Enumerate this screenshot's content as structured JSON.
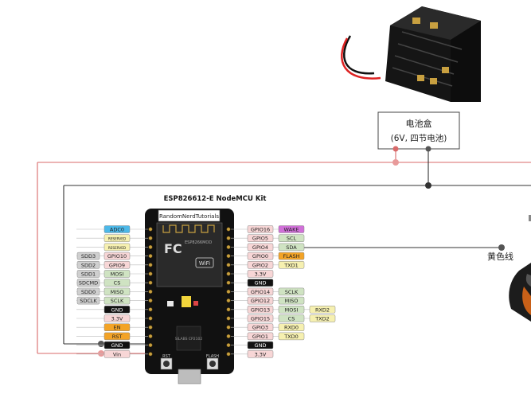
{
  "battery_box": {
    "title": "电池盒",
    "subtitle": "(6V, 四节电池)"
  },
  "board": {
    "title": "ESP826612-E NodeMCU Kit",
    "watermark": "RandomNerdTutorials",
    "logo_text": "FC",
    "wifi_text": "WiFi",
    "chip_text": "ESP8266MOD",
    "usb_chip_text": "SILABS CP2102",
    "rst_label": "RST",
    "flash_label": "FLASH"
  },
  "wire_label": "黄色线",
  "pin_colors": {
    "gray": "#cfcfcf",
    "pink": "#f7d6d6",
    "green": "#cfe3c2",
    "blue": "#4cb8e8",
    "yellow": "#f4d35e",
    "lightyellow": "#f6f0b0",
    "black": "#111111",
    "purple": "#d070d8",
    "orange": "#f3a326"
  },
  "left_pins": [
    {
      "outer": "",
      "outer_color": "",
      "inner": "ADC0",
      "inner_color": "blue"
    },
    {
      "outer": "",
      "outer_color": "",
      "inner": "RESERVED",
      "inner_color": "lightyellow"
    },
    {
      "outer": "",
      "outer_color": "",
      "inner": "RESERVED",
      "inner_color": "lightyellow"
    },
    {
      "outer": "SDD3",
      "outer_color": "gray",
      "inner": "GPIO10",
      "inner_color": "pink"
    },
    {
      "outer": "SDD2",
      "outer_color": "gray",
      "inner": "GPIO9",
      "inner_color": "pink"
    },
    {
      "outer": "SDD1",
      "outer_color": "gray",
      "inner": "MOSI",
      "inner_color": "green"
    },
    {
      "outer": "SDCMD",
      "outer_color": "gray",
      "inner": "CS",
      "inner_color": "green"
    },
    {
      "outer": "SDD0",
      "outer_color": "gray",
      "inner": "MISO",
      "inner_color": "green"
    },
    {
      "outer": "SDCLK",
      "outer_color": "gray",
      "inner": "SCLK",
      "inner_color": "green"
    },
    {
      "outer": "",
      "outer_color": "",
      "inner": "GND",
      "inner_color": "black"
    },
    {
      "outer": "",
      "outer_color": "",
      "inner": "3.3V",
      "inner_color": "pink"
    },
    {
      "outer": "",
      "outer_color": "",
      "inner": "EN",
      "inner_color": "orange"
    },
    {
      "outer": "",
      "outer_color": "",
      "inner": "RST",
      "inner_color": "orange"
    },
    {
      "outer": "",
      "outer_color": "",
      "inner": "GND",
      "inner_color": "black"
    },
    {
      "outer": "",
      "outer_color": "",
      "inner": "Vin",
      "inner_color": "pink"
    }
  ],
  "right_pins": [
    {
      "inner": "GPIO16",
      "inner_color": "pink",
      "outer": "WAKE",
      "outer_color": "purple",
      "extra": "",
      "extra_color": ""
    },
    {
      "inner": "GPIO5",
      "inner_color": "pink",
      "outer": "SCL",
      "outer_color": "green",
      "extra": "",
      "extra_color": ""
    },
    {
      "inner": "GPIO4",
      "inner_color": "pink",
      "outer": "SDA",
      "outer_color": "green",
      "extra": "",
      "extra_color": ""
    },
    {
      "inner": "GPIO0",
      "inner_color": "pink",
      "outer": "FLASH",
      "outer_color": "orange",
      "extra": "",
      "extra_color": ""
    },
    {
      "inner": "GPIO2",
      "inner_color": "pink",
      "outer": "TXD1",
      "outer_color": "lightyellow",
      "extra": "",
      "extra_color": ""
    },
    {
      "inner": "3.3V",
      "inner_color": "pink",
      "outer": "",
      "outer_color": "",
      "extra": "",
      "extra_color": ""
    },
    {
      "inner": "GND",
      "inner_color": "black",
      "outer": "",
      "outer_color": "",
      "extra": "",
      "extra_color": ""
    },
    {
      "inner": "GPIO14",
      "inner_color": "pink",
      "outer": "SCLK",
      "outer_color": "green",
      "extra": "",
      "extra_color": ""
    },
    {
      "inner": "GPIO12",
      "inner_color": "pink",
      "outer": "MISO",
      "outer_color": "green",
      "extra": "",
      "extra_color": ""
    },
    {
      "inner": "GPIO13",
      "inner_color": "pink",
      "outer": "MOSI",
      "outer_color": "green",
      "extra": "RXD2",
      "extra_color": "lightyellow"
    },
    {
      "inner": "GPIO15",
      "inner_color": "pink",
      "outer": "CS",
      "outer_color": "green",
      "extra": "TXD2",
      "extra_color": "lightyellow"
    },
    {
      "inner": "GPIO3",
      "inner_color": "pink",
      "outer": "RXD0",
      "outer_color": "lightyellow",
      "extra": "",
      "extra_color": ""
    },
    {
      "inner": "GPIO1",
      "inner_color": "pink",
      "outer": "TXD0",
      "outer_color": "lightyellow",
      "extra": "",
      "extra_color": ""
    },
    {
      "inner": "GND",
      "inner_color": "black",
      "outer": "",
      "outer_color": "",
      "extra": "",
      "extra_color": ""
    },
    {
      "inner": "3.3V",
      "inner_color": "pink",
      "outer": "",
      "outer_color": "",
      "extra": "",
      "extra_color": ""
    }
  ]
}
